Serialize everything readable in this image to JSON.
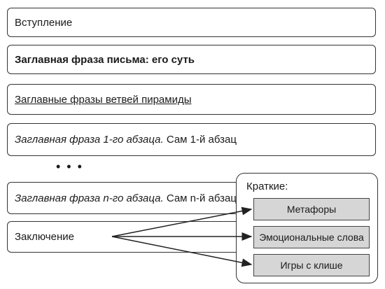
{
  "rows": [
    {
      "text": "Вступление"
    },
    {
      "text": "Заглавная фраза письма: его суть"
    },
    {
      "text": "Заглавные фразы ветвей пирамиды"
    },
    {
      "italic": "Заглавная фраза 1-го абзаца.",
      "rest": " Сам 1-й абзац"
    },
    {
      "italic": "Заглавная фраза n-го абзаца.",
      "rest": " Сам n-й абзац"
    },
    {
      "text": "Заключение"
    }
  ],
  "ellipsis": "• • •",
  "panel": {
    "title": "Краткие:",
    "items": [
      "Метафоры",
      "Эмоциональные слова",
      "Игры с клише"
    ]
  }
}
